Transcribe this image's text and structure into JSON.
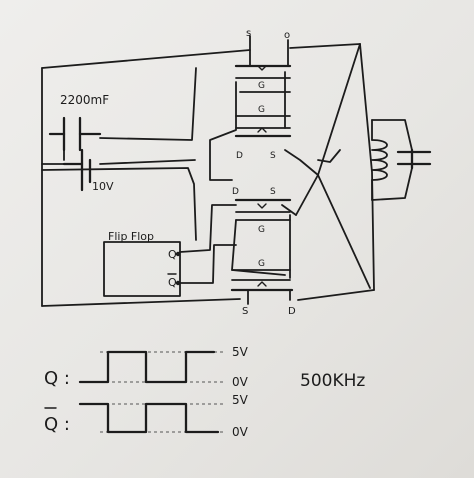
{
  "labels": {
    "capacitor_value": "2200mF",
    "voltage": "10V",
    "flip_flop": "Flip Flop",
    "q_out": "Q",
    "q_bar_out": "Q",
    "gate": "G",
    "source": "S",
    "drain": "D",
    "source_lower": "s",
    "drain_lower": "o",
    "frequency": "500KHz"
  },
  "waveforms": {
    "q_label": "Q :",
    "q_bar_label": "Q :",
    "high_level": "5V",
    "low_level": "0V"
  }
}
